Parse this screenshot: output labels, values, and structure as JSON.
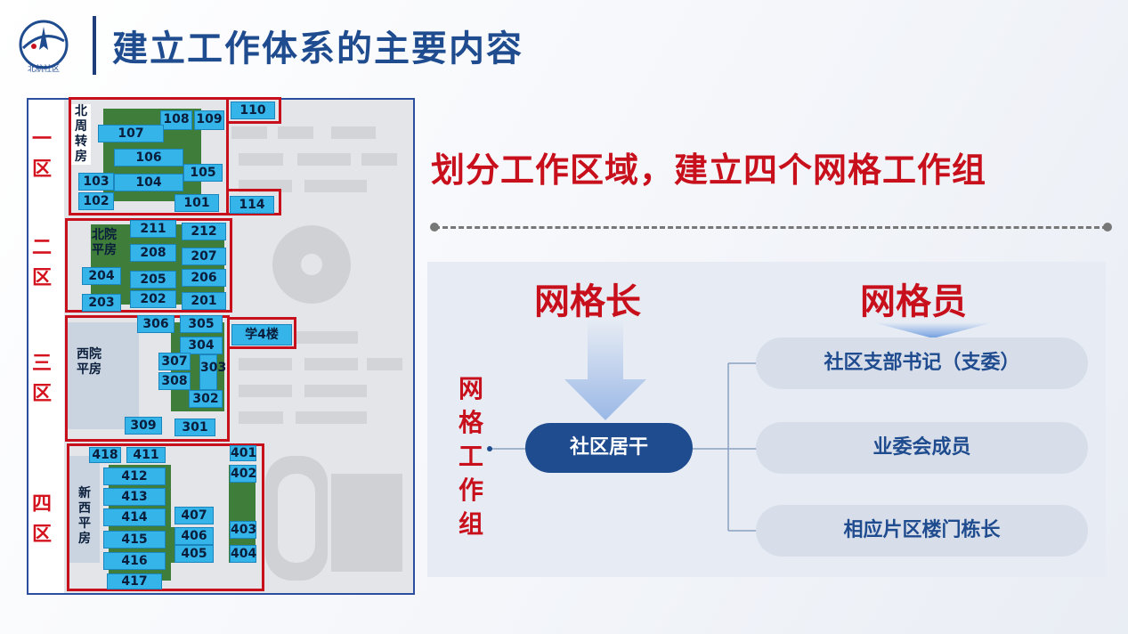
{
  "header": {
    "title": "建立工作体系的主要内容",
    "logo_text": "北航社区"
  },
  "map": {
    "zones": [
      {
        "label": "一\n区"
      },
      {
        "label": "二\n区"
      },
      {
        "label": "三\n区"
      },
      {
        "label": "四\n区"
      }
    ],
    "areas": {
      "beizhou": "北\n周\n转\n房",
      "beiyuan": "北院\n平房",
      "xiyuan": "西院\n平房",
      "xinxi": "新\n西\n平\n房"
    },
    "units": {
      "u110": "110",
      "u108": "108",
      "u109": "109",
      "u107": "107",
      "u106": "106",
      "u105": "105",
      "u103": "103",
      "u104": "104",
      "u102": "102",
      "u101": "101",
      "u114": "114",
      "u211": "211",
      "u212": "212",
      "u208": "208",
      "u207": "207",
      "u204": "204",
      "u205": "205",
      "u206": "206",
      "u203": "203",
      "u202": "202",
      "u201": "201",
      "u306": "306",
      "u305": "305",
      "u304": "304",
      "u307": "307",
      "u303": "303",
      "u308": "308",
      "u302": "302",
      "u309": "309",
      "u301": "301",
      "xue4": "学4楼",
      "u418": "418",
      "u411": "411",
      "u401": "401",
      "u412": "412",
      "u402": "402",
      "u413": "413",
      "u414": "414",
      "u407": "407",
      "u403": "403",
      "u415": "415",
      "u406": "406",
      "u405": "405",
      "u416": "416",
      "u404": "404",
      "u417": "417"
    }
  },
  "content": {
    "subtitle": "划分工作区域，建立四个网格工作组",
    "leader_title": "网格长",
    "member_title": "网格员",
    "group_label": "网\n格\n工\n作\n组",
    "cadre": "社区居干",
    "members": [
      "社区支部书记（支委）",
      "业委会成员",
      "相应片区楼门栋长"
    ]
  },
  "colors": {
    "title_blue": "#1f4b8f",
    "accent_red": "#c8101c",
    "unit_blue": "#35b4ea",
    "pill_navy": "#1f4b8f",
    "pill_gray": "#d7dee9"
  }
}
